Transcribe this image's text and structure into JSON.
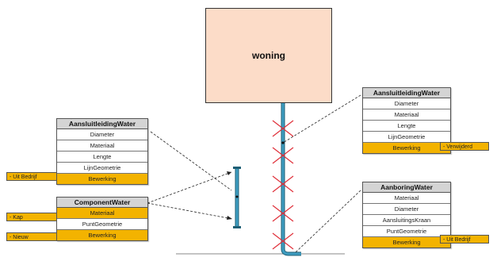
{
  "house": {
    "label": "woning"
  },
  "boxes": {
    "aansluitleiding_left": {
      "title": "AansluitleidingWater",
      "rows": [
        "Diameter",
        "Materiaal",
        "Lengte",
        "LijnGeometrie",
        "Bewerking"
      ]
    },
    "component": {
      "title": "ComponentWater",
      "rows": [
        "Materiaal",
        "PuntGeometrie",
        "Bewerking"
      ]
    },
    "aansluitleiding_right": {
      "title": "AansluitleidingWater",
      "rows": [
        "Diameter",
        "Materiaal",
        "Lengte",
        "LijnGeometrie",
        "Bewerking"
      ]
    },
    "aanboring": {
      "title": "AanboringWater",
      "rows": [
        "Materiaal",
        "Diameter",
        "AansluitingsKraan",
        "PuntGeometrie",
        "Bewerking"
      ]
    }
  },
  "tags": {
    "uit_bedrijf_left": "- Uit Bedrijf",
    "kap": "- Kap",
    "nieuw": "- Nieuw",
    "verwijderd": "- Verwijderd",
    "uit_bedrijf_right": "- Uit Bedrijf"
  },
  "colors": {
    "house_fill": "#fcdcc8",
    "highlight": "#f3b300",
    "pipe": "#2e7d98",
    "cross": "#e0303a"
  }
}
